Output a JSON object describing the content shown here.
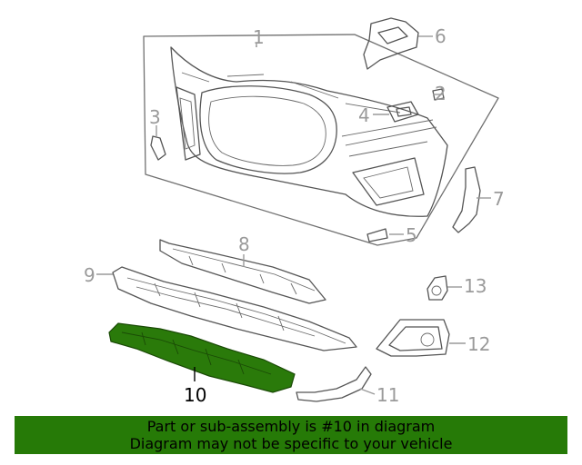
{
  "callouts": {
    "c1": "1",
    "c2": "2",
    "c3": "3",
    "c4": "4",
    "c5": "5",
    "c6": "6",
    "c7": "7",
    "c8": "8",
    "c9": "9",
    "c10": "10",
    "c11": "11",
    "c12": "12",
    "c13": "13"
  },
  "highlighted_part": "10",
  "colors": {
    "highlight_fill": "#2a7a0a",
    "banner_bg": "#267a07",
    "callout_gray": "#9a9a9a"
  },
  "banner": {
    "line1": "Part or sub-assembly is #10 in diagram",
    "line2": "Diagram may not be specific to your vehicle"
  }
}
